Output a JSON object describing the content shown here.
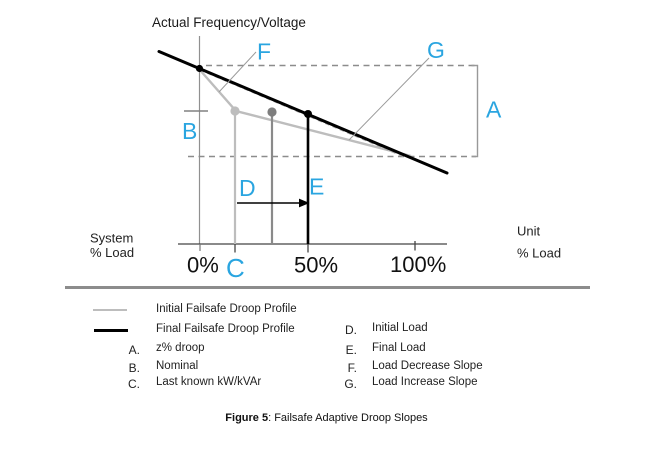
{
  "diagram": {
    "title": "Actual Frequency/Voltage",
    "x_ticks": {
      "t0": "0%",
      "t50": "50%",
      "t100": "100%"
    },
    "left_axis_caption": {
      "line1": "System",
      "line2": "% Load"
    },
    "right_axis_caption": {
      "line1": "Unit",
      "line2": "% Load"
    },
    "callouts": {
      "A": "A",
      "B": "B",
      "C": "C",
      "D": "D",
      "E": "E",
      "F": "F",
      "G": "G"
    }
  },
  "legend": {
    "series": [
      {
        "label": "Initial Failsafe Droop Profile"
      },
      {
        "label": "Final Failsafe Droop Profile"
      }
    ],
    "left_items": [
      {
        "key": "A.",
        "label": "z% droop"
      },
      {
        "key": "B.",
        "label": "Nominal"
      },
      {
        "key": "C.",
        "label": "Last known kW/kVAr"
      }
    ],
    "right_items": [
      {
        "key": "D.",
        "label": "Initial Load"
      },
      {
        "key": "E.",
        "label": "Final Load"
      },
      {
        "key": "F.",
        "label": "Load Decrease Slope"
      },
      {
        "key": "G.",
        "label": "Load Increase Slope"
      }
    ]
  },
  "caption": {
    "bold": "Figure 5",
    "rest": ": Failsafe Adaptive Droop Slopes"
  },
  "colors": {
    "accent_blue": "#2aa5e0",
    "initial_profile_gray": "#bdbdbd",
    "mid_gray": "#8a8a8a",
    "final_profile_black": "#000000",
    "dashed_gray": "#8c8c8c",
    "separator_gray": "#8c8c8c"
  }
}
